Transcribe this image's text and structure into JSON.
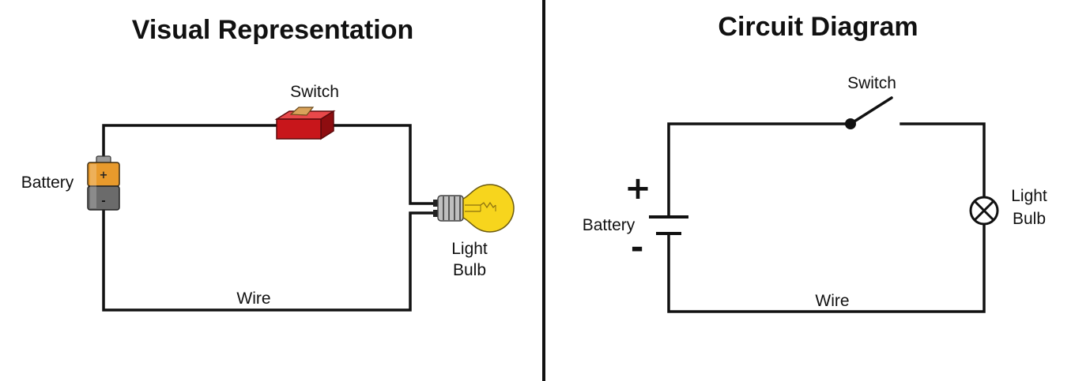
{
  "left_panel": {
    "title": "Visual Representation",
    "labels": {
      "switch": "Switch",
      "battery": "Battery",
      "battery_plus": "+",
      "battery_minus": "-",
      "bulb_line1": "Light",
      "bulb_line2": "Bulb",
      "wire": "Wire"
    }
  },
  "right_panel": {
    "title": "Circuit Diagram",
    "labels": {
      "switch": "Switch",
      "battery": "Battery",
      "plus": "+",
      "minus": "-",
      "bulb_line1": "Light",
      "bulb_line2": "Bulb",
      "wire": "Wire"
    }
  },
  "colors": {
    "wire": "#111111",
    "switch_red": "#c8161b",
    "switch_dark": "#8e0d10",
    "battery_orange": "#e89a2c",
    "battery_gray": "#6b6b6b",
    "bulb_yellow": "#f7d51d",
    "divider": "#111111"
  }
}
